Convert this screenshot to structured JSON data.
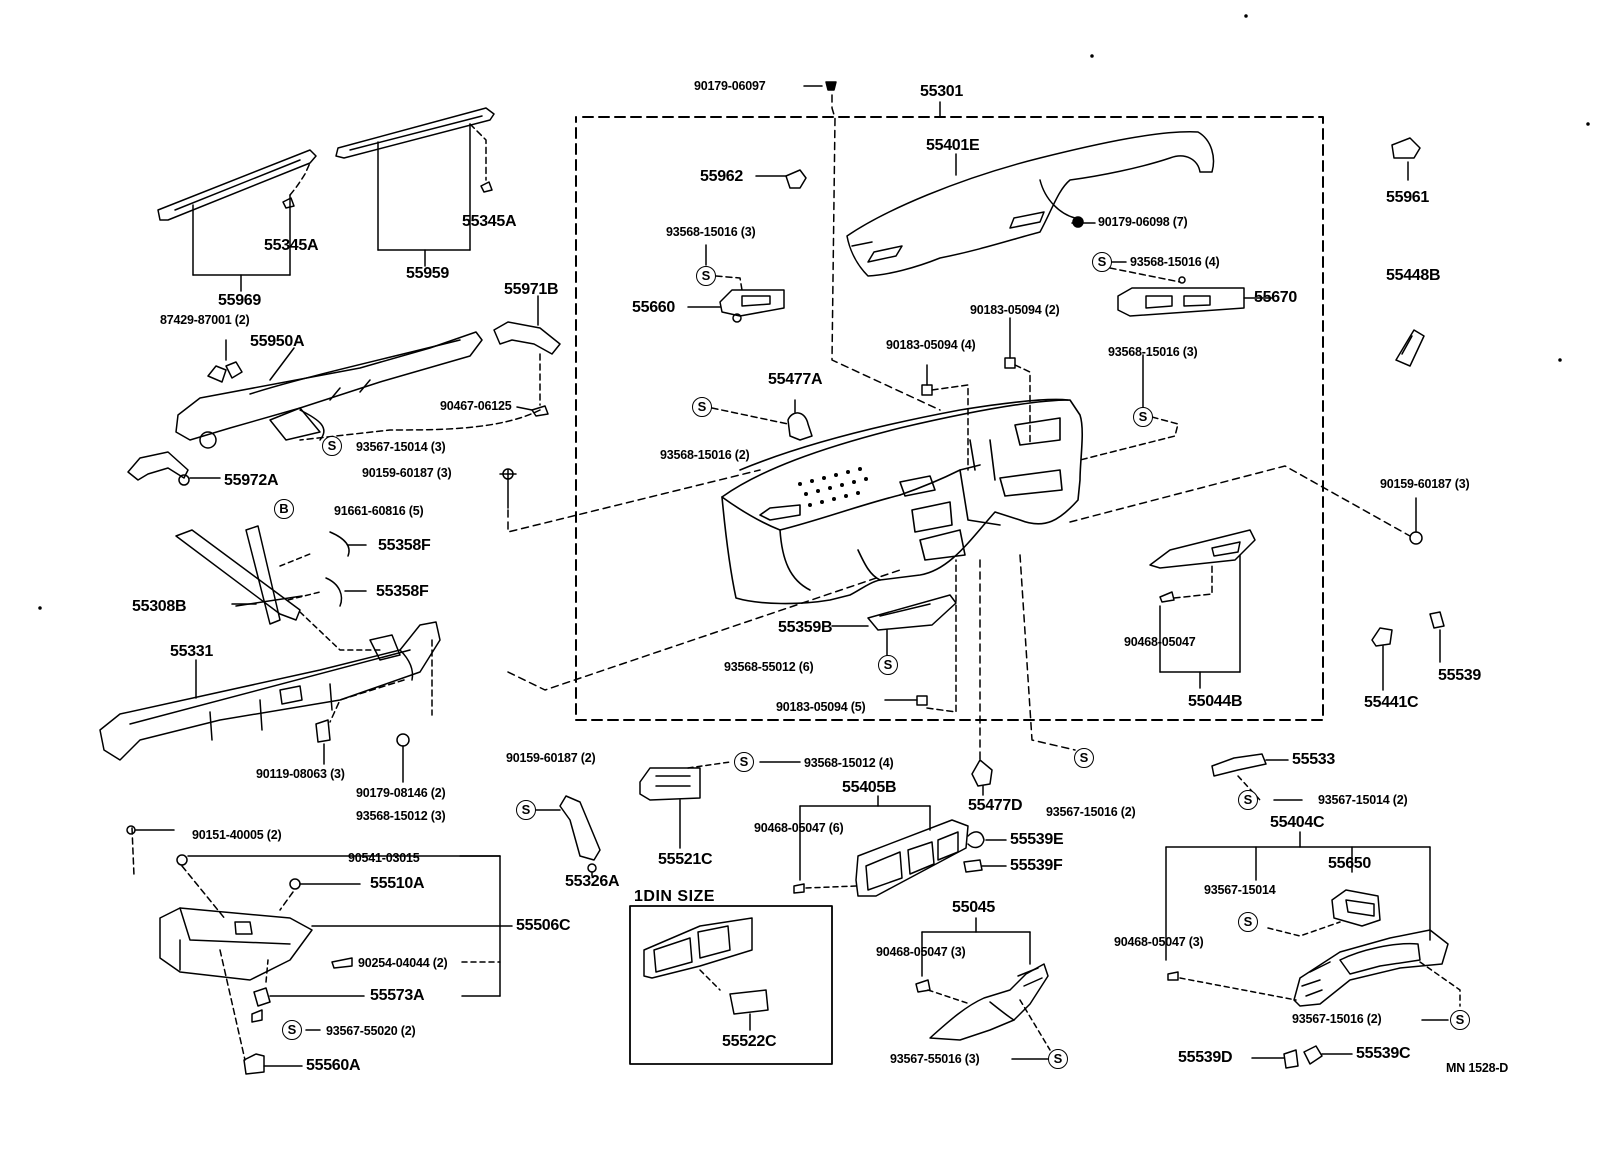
{
  "labels": {
    "p55301": "55301",
    "p90179_06097": "90179-06097",
    "p55401E": "55401E",
    "p55962": "55962",
    "p93568_15016_3a": "93568-15016 (3)",
    "p55660": "55660",
    "p90179_06098": "90179-06098 (7)",
    "p93568_15016_4": "93568-15016 (4)",
    "p55670": "55670",
    "p90183_05094_2": "90183-05094 (2)",
    "p90183_05094_4": "90183-05094 (4)",
    "p93568_15016_3b": "93568-15016 (3)",
    "p55477A": "55477A",
    "p93568_15016_2": "93568-15016 (2)",
    "p55961": "55961",
    "p55448B": "55448B",
    "p90159_60187_3r": "90159-60187 (3)",
    "p55345A_l": "55345A",
    "p55345A_r": "55345A",
    "p55969": "55969",
    "p55959": "55959",
    "p87429": "87429-87001 (2)",
    "p55950A": "55950A",
    "p55971B": "55971B",
    "p90467": "90467-06125",
    "p93567_15014_3": "93567-15014 (3)",
    "p55972A": "55972A",
    "p90159_60187_3l": "90159-60187 (3)",
    "p91661": "91661-60816 (5)",
    "p55358F_a": "55358F",
    "p55358F_b": "55358F",
    "p55308B": "55308B",
    "p55331": "55331",
    "p90119": "90119-08063 (3)",
    "p90179_08146": "90179-08146 (2)",
    "p55359B": "55359B",
    "p93568_55012_6": "93568-55012 (6)",
    "p90183_05094_5": "90183-05094 (5)",
    "p90468_05047_r": "90468-05047",
    "p55044B": "55044B",
    "p55441C": "55441C",
    "p55539": "55539",
    "p90159_60187_2": "90159-60187 (2)",
    "p93568_15012_4": "93568-15012 (4)",
    "p55405B": "55405B",
    "p55477D": "55477D",
    "p93567_15016_2a": "93567-15016 (2)",
    "p55533": "55533",
    "p93567_15014_2": "93567-15014 (2)",
    "p55404C": "55404C",
    "p93568_15012_3": "93568-15012 (3)",
    "p55326A": "55326A",
    "p55521C": "55521C",
    "p90468_05047_6": "90468-05047 (6)",
    "p55539E": "55539E",
    "p55539F": "55539F",
    "p55650": "55650",
    "p93567_15014": "93567-15014",
    "p90151": "90151-40005 (2)",
    "p90541": "90541-03015",
    "p55510A": "55510A",
    "p55506C": "55506C",
    "p90254": "90254-04044 (2)",
    "p55573A": "55573A",
    "p93567_55020": "93567-55020 (2)",
    "p55560A": "55560A",
    "p55045": "55045",
    "p90468_05047_3a": "90468-05047 (3)",
    "p93567_55016": "93567-55016 (3)",
    "p90468_05047_3b": "90468-05047 (3)",
    "p93567_15016_2b": "93567-15016 (2)",
    "p55539D": "55539D",
    "p55539C": "55539C",
    "p55522C": "55522C",
    "mn_code": "MN  1528-D"
  },
  "box_title": "1DIN SIZE",
  "fastener_symbols": {
    "screw": "S",
    "bolt": "B"
  }
}
